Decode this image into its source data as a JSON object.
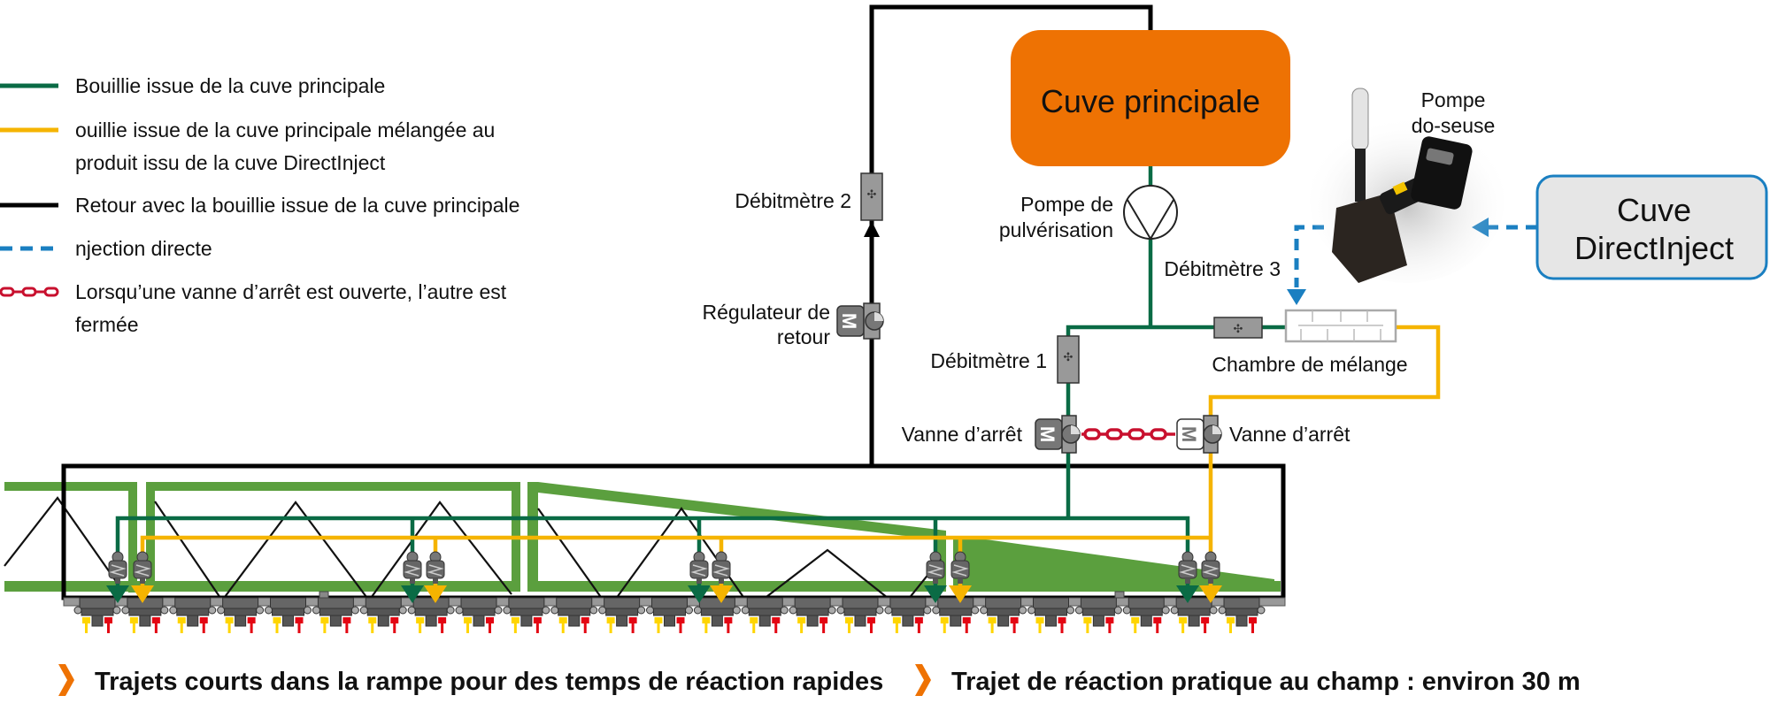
{
  "legend": [
    {
      "key": "green",
      "style": "solid",
      "color": "#0a6b45",
      "lines": [
        "Bouillie issue de la cuve principale"
      ]
    },
    {
      "key": "yellow",
      "style": "solid",
      "color": "#f5b400",
      "lines": [
        "ouillie issue de la cuve principale mélangée au",
        "produit issu de la cuve DirectInject"
      ]
    },
    {
      "key": "black",
      "style": "solid",
      "color": "#000000",
      "lines": [
        "Retour avec la bouillie issue de la cuve principale"
      ]
    },
    {
      "key": "blue",
      "style": "dashed",
      "color": "#1a7fc1",
      "lines": [
        "njection directe"
      ]
    },
    {
      "key": "chain",
      "style": "chain",
      "color": "#c8102e",
      "lines": [
        "Lorsqu’une vanne d’arrêt est ouverte, l’autre est",
        "fermée"
      ]
    }
  ],
  "components": {
    "main_tank": {
      "label": "Cuve principale",
      "color": "#ee7203"
    },
    "directinject_tank": {
      "lines": [
        "Cuve",
        "DirectInject"
      ],
      "border": "#1a7fc1",
      "fill": "#e6e6e6"
    },
    "dosing_pump": {
      "lines": [
        "Pompe",
        "do-seuse"
      ]
    },
    "spray_pump": {
      "lines": [
        "Pompe de",
        "pulvérisation"
      ]
    },
    "flowmeter_1": {
      "label": "Débitmètre 1"
    },
    "flowmeter_2": {
      "label": "Débitmètre 2"
    },
    "flowmeter_3": {
      "label": "Débitmètre 3"
    },
    "return_regulator": {
      "lines": [
        "Régulateur de",
        "retour"
      ]
    },
    "mixing_chamber": {
      "label": "Chambre de mélange"
    },
    "shutoff_valve_left": {
      "label": "Vanne d’arrêt"
    },
    "shutoff_valve_right": {
      "label": "Vanne d’arrêt"
    }
  },
  "boom": {
    "nozzle_count": 25,
    "feed_point_count": 5,
    "frame_color": "#5b9f3e"
  },
  "captions": [
    {
      "text": "Trajets courts dans la rampe pour des temps de réaction rapides"
    },
    {
      "text": "Trajet de réaction pratique au champ : environ 30 m"
    }
  ],
  "colors": {
    "green_line": "#0a6b45",
    "yellow_line": "#f5b400",
    "return_line": "#000000",
    "injection_line": "#1a7fc1",
    "chain": "#c8102e",
    "accent_orange": "#ee7203"
  }
}
